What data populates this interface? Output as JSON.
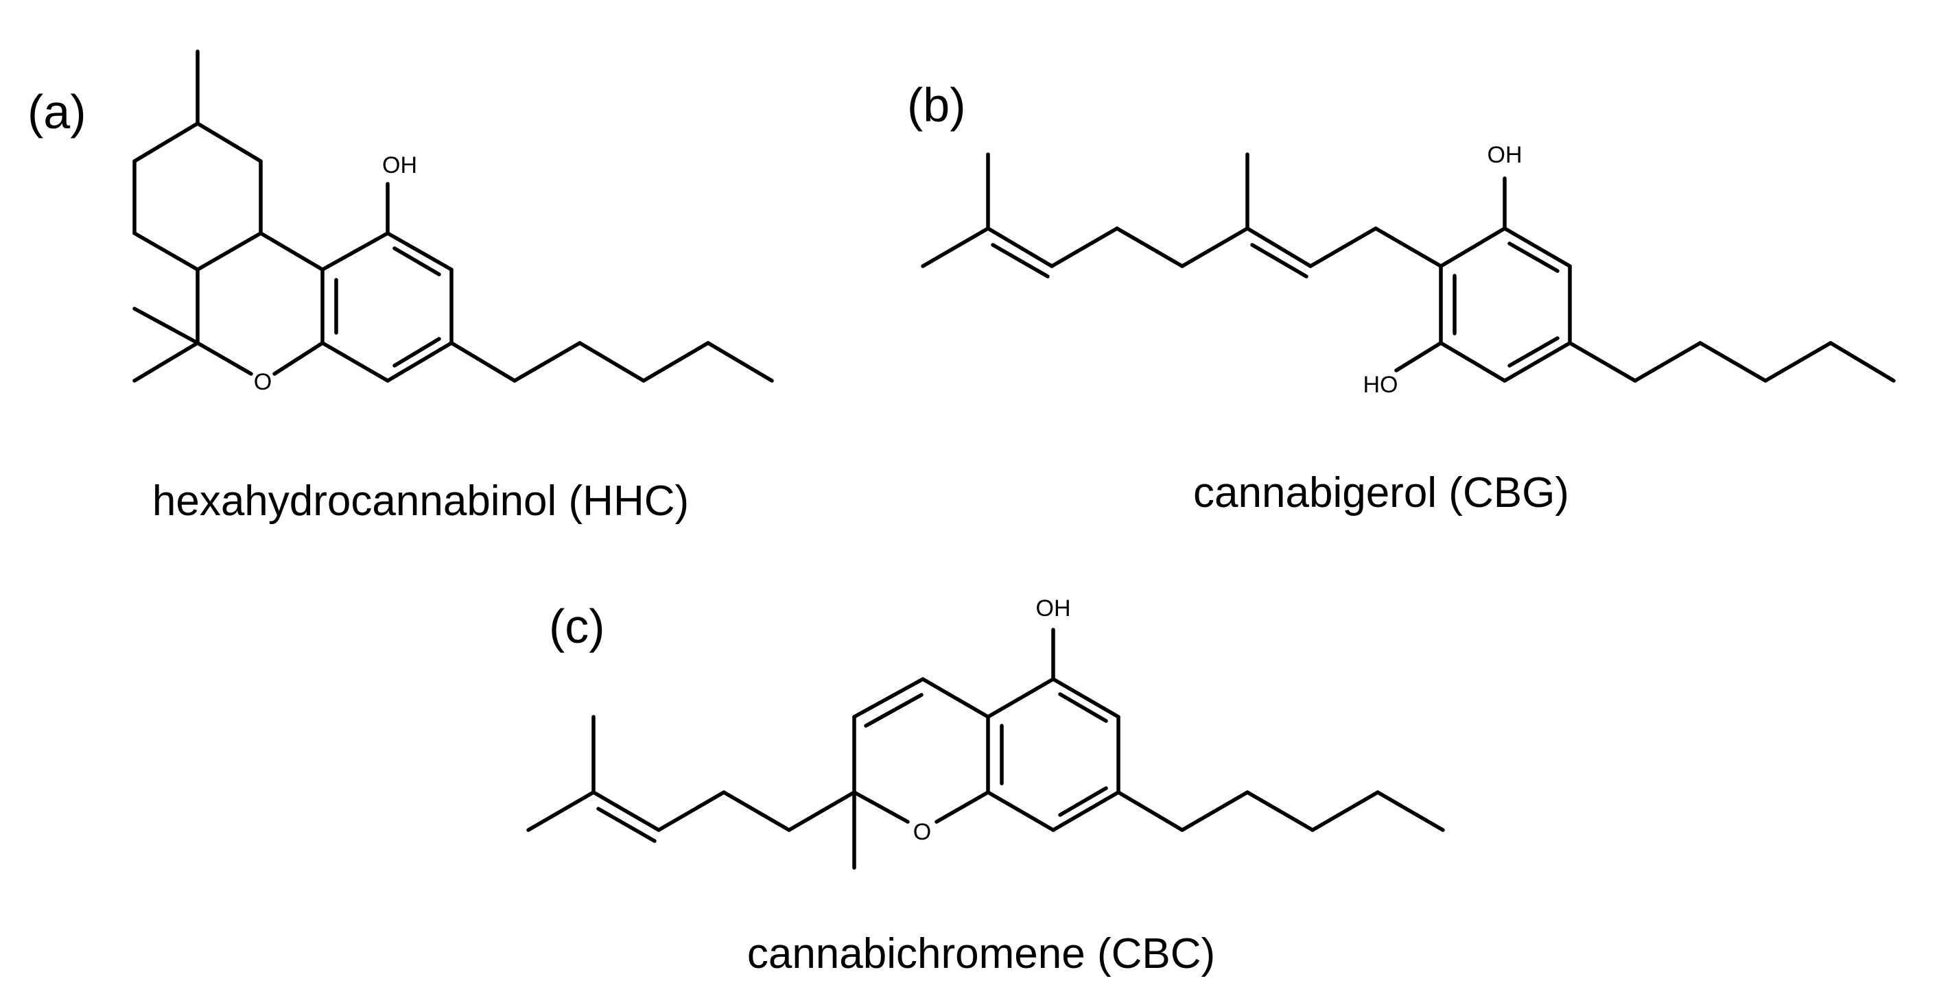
{
  "panels": [
    {
      "label": "(a)",
      "name": "hexahydrocannabinol (HHC)",
      "atom_labels": [
        "OH",
        "O"
      ]
    },
    {
      "label": "(b)",
      "name": "cannabigerol (CBG)",
      "atom_labels": [
        "OH",
        "HO"
      ]
    },
    {
      "label": "(c)",
      "name": "cannabichromene (CBC)",
      "atom_labels": [
        "OH",
        "O"
      ]
    }
  ]
}
